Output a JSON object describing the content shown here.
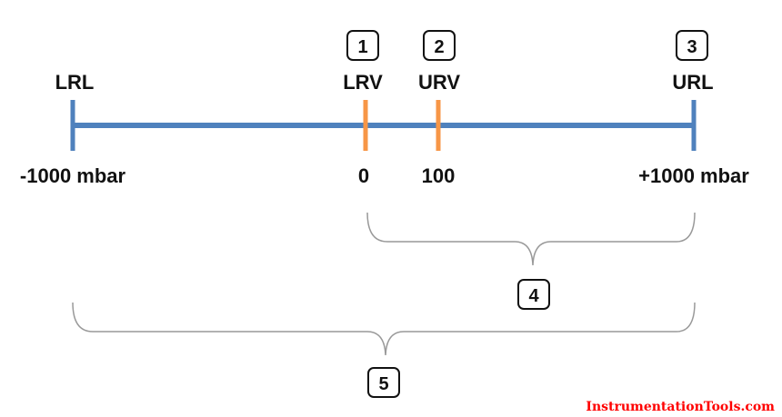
{
  "labels": {
    "lrl": "LRL",
    "lrv": "LRV",
    "urv": "URV",
    "url": "URL"
  },
  "values": {
    "min": "-1000 mbar",
    "lrv": "0",
    "urv": "100",
    "max": "+1000 mbar"
  },
  "markers": {
    "m1": "1",
    "m2": "2",
    "m3": "3",
    "m4": "4",
    "m5": "5"
  },
  "watermark": "InstrumentationTools.com",
  "colors": {
    "axis": "#4f81bd",
    "range_ticks": "#f79646",
    "brace": "#999999",
    "watermark": "#ff0000"
  }
}
